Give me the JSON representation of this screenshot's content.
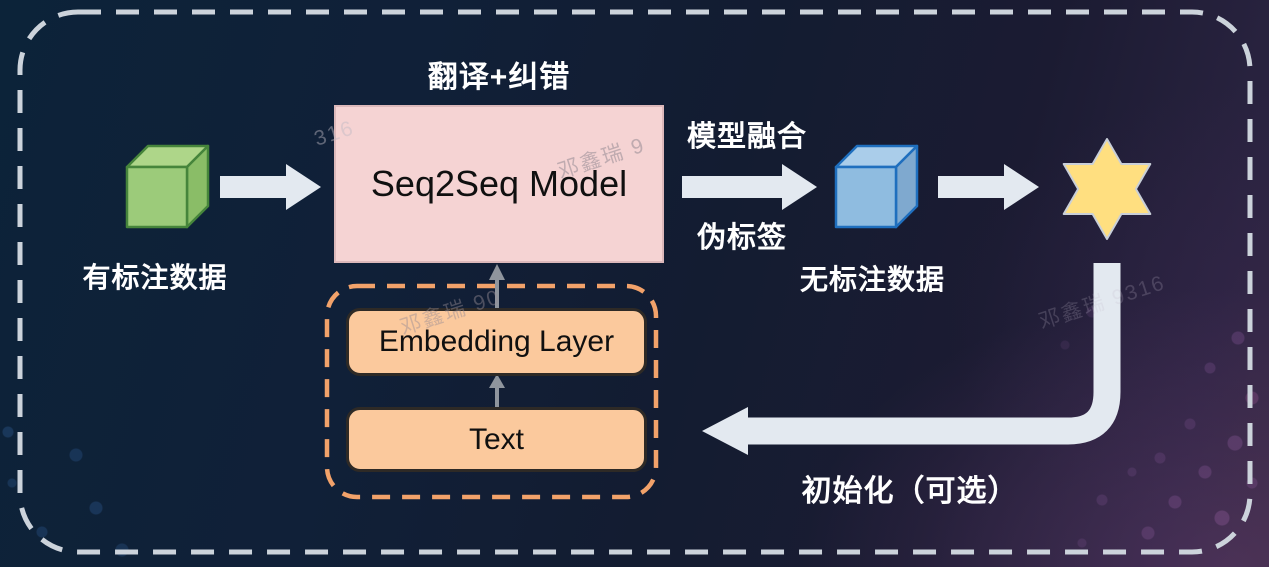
{
  "diagram": {
    "top_label": "翻译+纠错",
    "seq2seq_label": "Seq2Seq Model",
    "labeled_data_label": "有标注数据",
    "unlabeled_data_label": "无标注数据",
    "fusion_label": "模型融合",
    "pseudo_label": "伪标签",
    "embedding_label": "Embedding Layer",
    "text_label": "Text",
    "init_label": "初始化（可选）"
  },
  "watermarks": [
    "316",
    "邓鑫瑞 9",
    "邓鑫瑞 90",
    "邓鑫瑞 9316"
  ],
  "colors": {
    "background_navy": "#0c2339",
    "background_purple": "#35293f",
    "outer_dash": "#ccd3db",
    "seq2seq_fill": "#f5d3d3",
    "orange_fill": "#fbc99d",
    "orange_dash": "#f2a26a",
    "arrow_light": "#e3e9f0",
    "arrow_thin": "#8f959d",
    "cube_green": "#9ccb7a",
    "cube_green_stroke": "#46853b",
    "cube_blue": "#8fbce0",
    "cube_blue_stroke": "#1f6fbe",
    "star_yellow": "#ffdf80",
    "star_stroke": "#c9cfd8"
  },
  "icons": {
    "green_cube": "cube-icon",
    "blue_cube": "cube-icon",
    "star": "six-pointed-star-icon"
  }
}
